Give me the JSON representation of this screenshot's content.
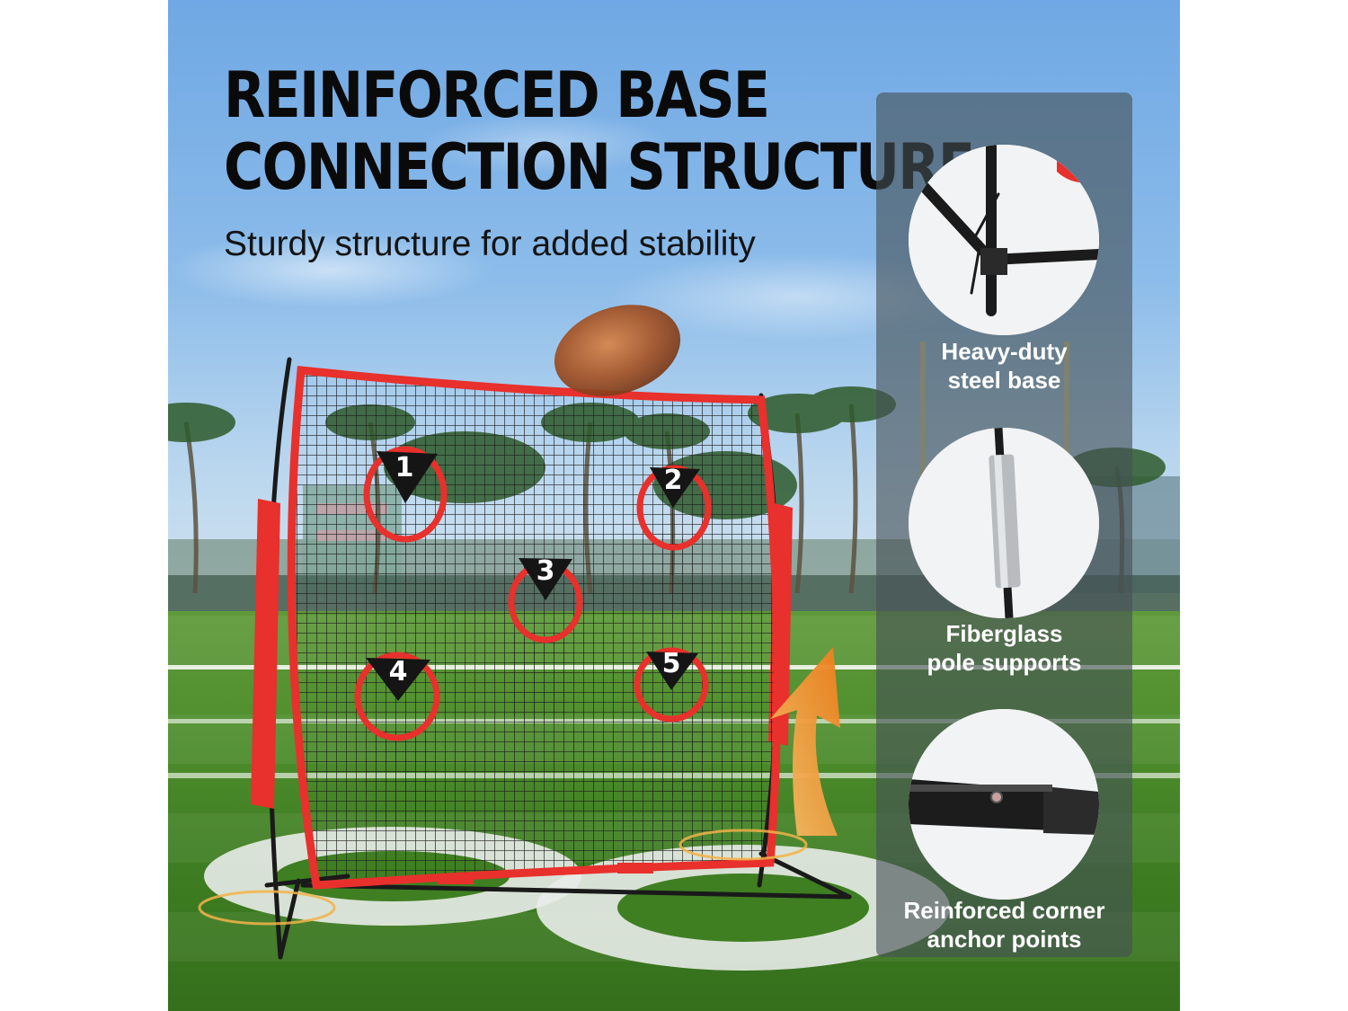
{
  "headline": {
    "line1": "REINFORCED BASE",
    "line2": "CONNECTION STRUCTURE"
  },
  "subheadline": "Sturdy structure for added stability",
  "net": {
    "target_numbers": [
      "1",
      "2",
      "3",
      "4",
      "5"
    ]
  },
  "features": [
    {
      "icon": "steel-base-joint-icon",
      "line1": "Heavy-duty",
      "line2": "steel base"
    },
    {
      "icon": "fiberglass-pole-icon",
      "line1": "Fiberglass",
      "line2": "pole supports"
    },
    {
      "icon": "corner-anchor-icon",
      "line1": "Reinforced corner",
      "line2": "anchor points"
    }
  ],
  "colors": {
    "net_frame_red": "#e8302c",
    "frame_black": "#1a1a1a",
    "panel_overlay": "#465056",
    "arrow_orange": "#f39a2a"
  }
}
